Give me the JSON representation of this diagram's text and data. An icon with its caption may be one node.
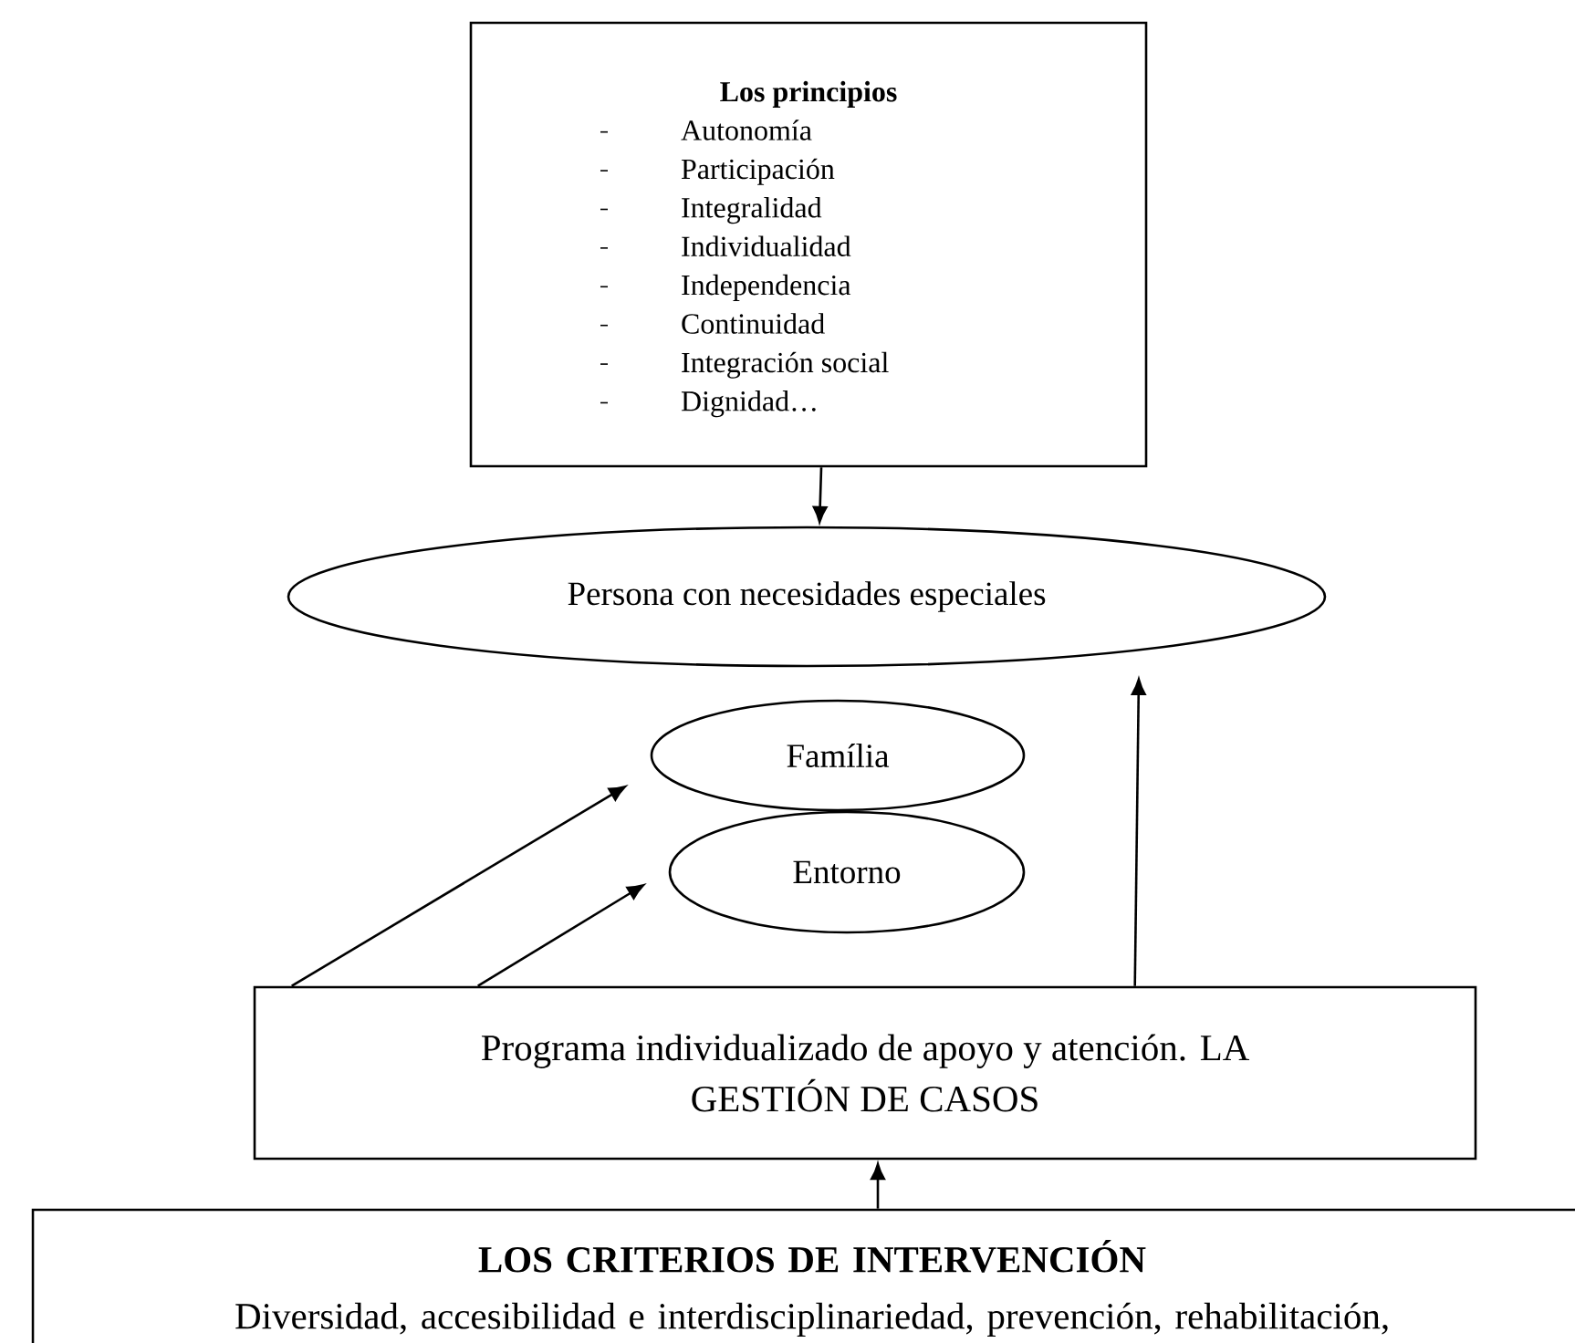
{
  "diagram": {
    "nodes": [
      {
        "text": [
          "Los principios",
          "Autonomía",
          "Participación",
          "Integralidad",
          "Individualidad",
          "Independencia",
          "Continuidad",
          "Integración social",
          "Dignidad…"
        ]
      },
      {
        "text": [
          "Persona con necesidades especiales"
        ]
      },
      {
        "text": [
          "Família"
        ]
      },
      {
        "text": [
          "Entorno"
        ]
      },
      {
        "text": [
          "Programa individualizado de apoyo y atención. LA GESTIÓN DE CASOS"
        ]
      },
      {
        "text": [
          "LOS CRITERIOS DE INTERVENCIÓN",
          "Diversidad, accesibilidad e interdisciplinariedad, prevención, rehabilitación,"
        ]
      }
    ],
    "edges": [
      {
        "from": 0,
        "to": 1,
        "arrow": "to"
      },
      {
        "from": 4,
        "to": 2,
        "arrow": "to"
      },
      {
        "from": 4,
        "to": 3,
        "arrow": "to"
      },
      {
        "from": 4,
        "to": 1,
        "arrow": "to"
      },
      {
        "from": 5,
        "to": 4,
        "arrow": "to"
      }
    ]
  }
}
